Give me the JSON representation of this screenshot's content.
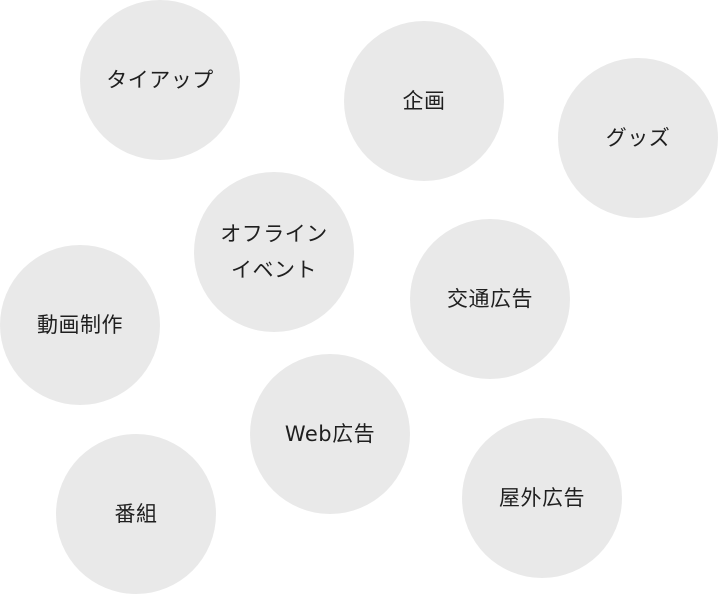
{
  "bubbles": [
    {
      "id": "tieup",
      "label": "タイアップ"
    },
    {
      "id": "kikaku",
      "label": "企画"
    },
    {
      "id": "goods",
      "label": "グッズ"
    },
    {
      "id": "offline-event",
      "label": "オフライン\nイベント"
    },
    {
      "id": "kotsu-kokoku",
      "label": "交通広告"
    },
    {
      "id": "douga-seisaku",
      "label": "動画制作"
    },
    {
      "id": "web-kokoku",
      "label": "Web広告"
    },
    {
      "id": "okugai-kokoku",
      "label": "屋外広告"
    },
    {
      "id": "bangumi",
      "label": "番組"
    }
  ],
  "colors": {
    "bubble_fill": "#e9e9e9",
    "text": "#1f1f1f",
    "background": "#ffffff"
  }
}
